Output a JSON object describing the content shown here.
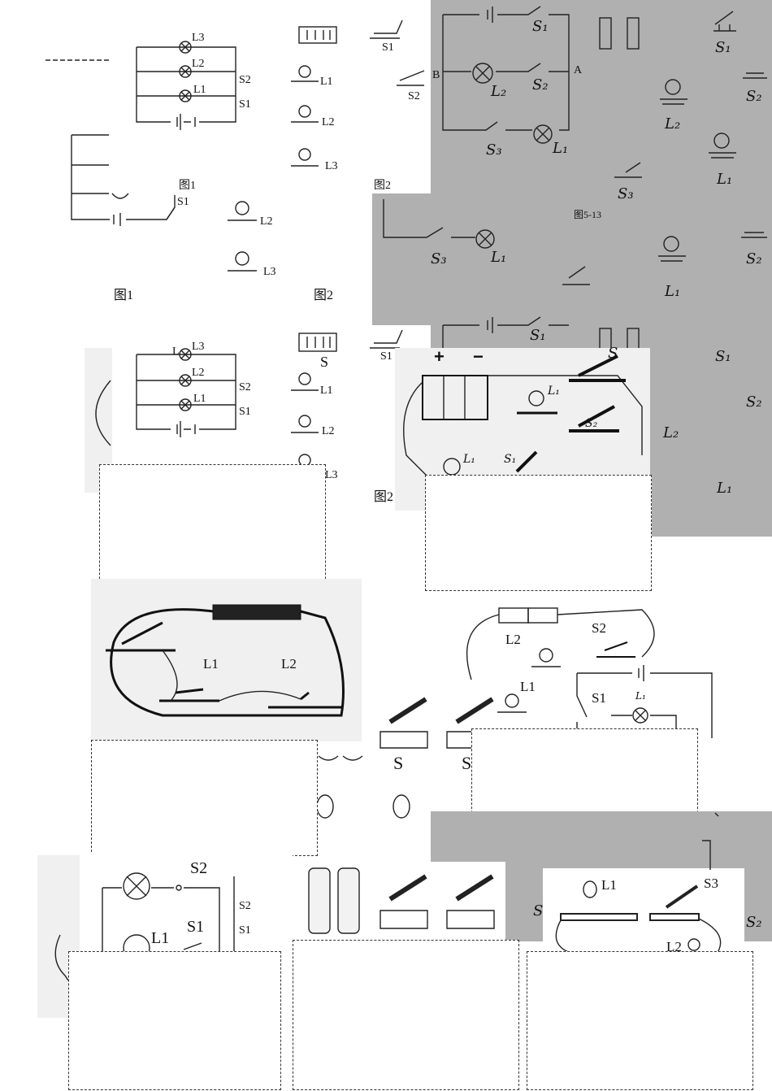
{
  "labels": {
    "L1": "L1",
    "L2": "L2",
    "L3": "L3",
    "S": "S",
    "S1": "S1",
    "S2": "S2",
    "S3": "S3",
    "L": "L",
    "A": "A",
    "B": "B",
    "fig1": "图1",
    "fig2": "图2",
    "fig513": "图5-13",
    "plus": "+",
    "minus": "−",
    "hwS1": "S₁",
    "hwS2": "S₂",
    "hwS3": "S₃",
    "hwL1": "L₁",
    "hwL2": "L₂"
  },
  "answer_boxes": 7
}
